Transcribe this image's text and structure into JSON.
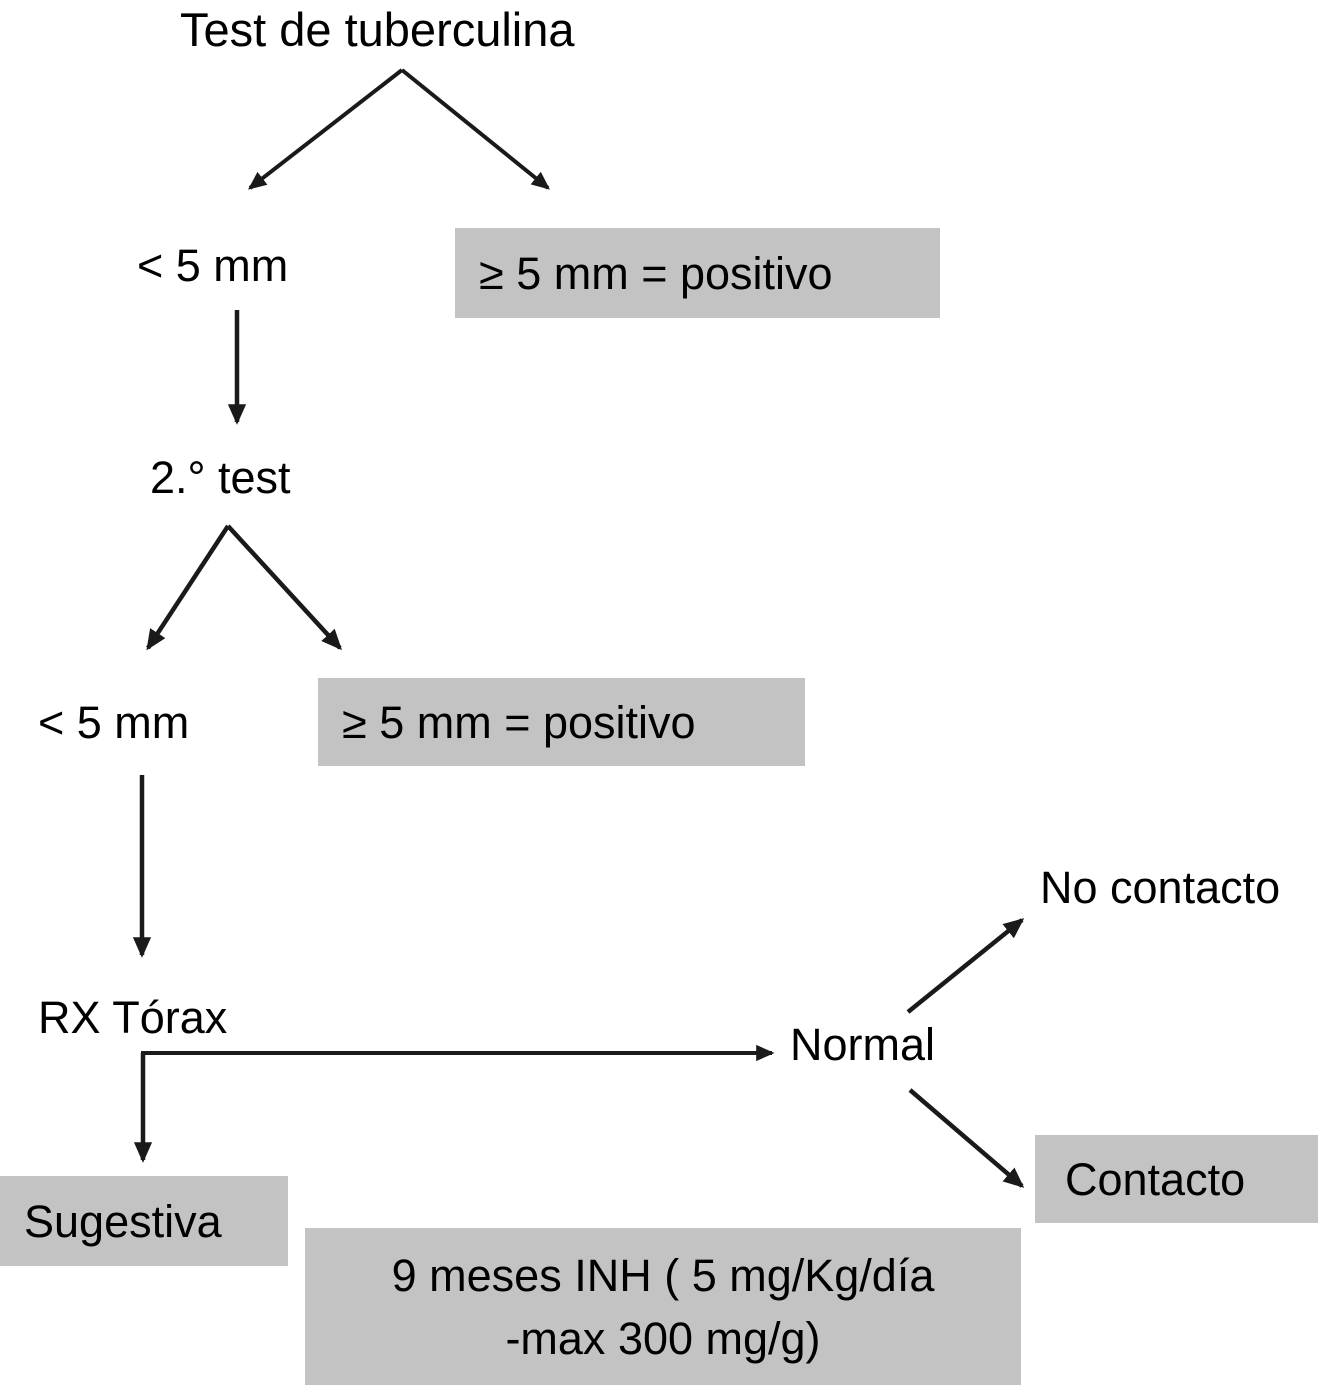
{
  "diagram": {
    "title": "Test de tuberculina",
    "nodes": {
      "first_test_negative": "< 5 mm",
      "first_test_positive": "≥ 5 mm = positivo",
      "second_test": "2.° test",
      "second_test_negative": "< 5 mm",
      "second_test_positive": "≥ 5 mm = positivo",
      "chest_xray": "RX Tórax",
      "xray_normal": "Normal",
      "no_contact": "No contacto",
      "contact": "Contacto",
      "suggestive": "Sugestiva",
      "treatment_line1": "9 meses INH ( 5 mg/Kg/día",
      "treatment_line2": "-max 300 mg/g)"
    },
    "colors": {
      "highlight_box": "#c3c3c3",
      "text": "#000000",
      "edge": "#1a1a1a",
      "background": "#ffffff"
    }
  }
}
